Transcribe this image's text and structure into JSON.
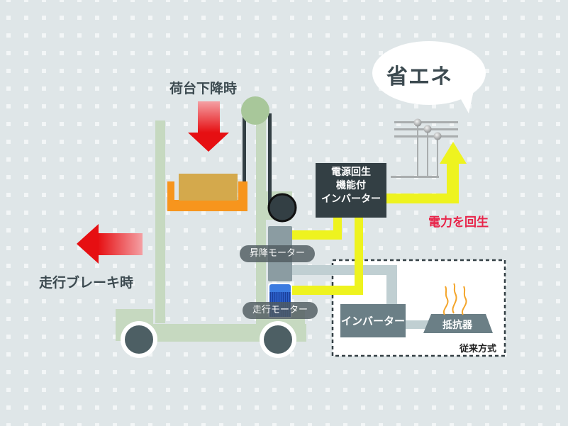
{
  "diagram": {
    "title_bubble": "省エネ",
    "labels": {
      "lowering": "荷台下降時",
      "braking": "走行ブレーキ時",
      "regen_power": "電力を回生",
      "conventional": "従来方式"
    },
    "components": {
      "regen_inverter_lines": [
        "電源回生",
        "機能付",
        "インバーター"
      ],
      "lift_motor": "昇降モーター",
      "travel_motor": "走行モーター",
      "inverter": "インバーター",
      "resistor": "抵抗器"
    },
    "colors": {
      "background": "#dfe6e8",
      "forklift": "#c6d9c0",
      "pulley": "#a8c79a",
      "cargo": "#d4a94c",
      "pallet": "#f7951d",
      "power_line": "#eef31f",
      "arrow_red": "#e60f12",
      "regen_text": "#e8254a",
      "dark_box": "#333f44",
      "grey_box": "#6b7f86",
      "travel_motor": "#2a66d4"
    }
  }
}
